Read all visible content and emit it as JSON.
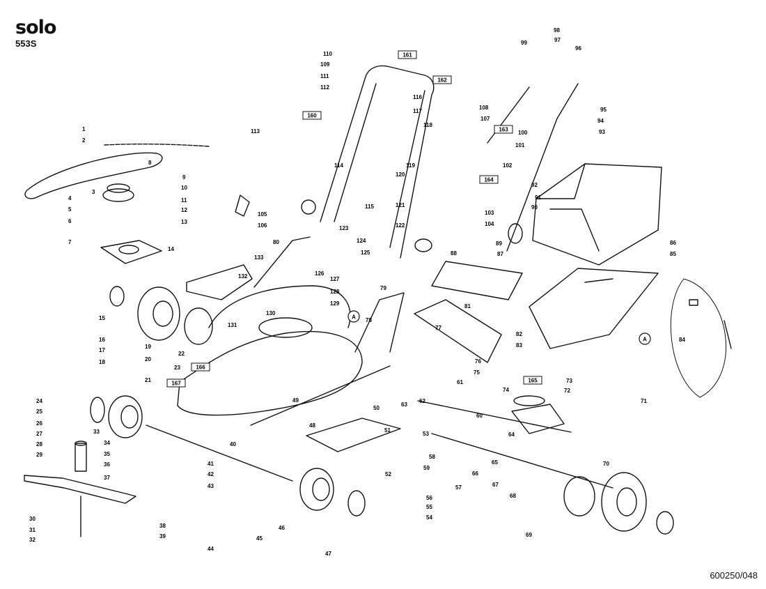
{
  "header": {
    "brand": "solo",
    "model": "553S"
  },
  "footer": {
    "doc_number": "600250/048"
  },
  "detail_callout": "A",
  "boxed_refs": [
    "161",
    "162",
    "160",
    "163",
    "164",
    "166",
    "167",
    "165"
  ],
  "part_labels": [
    "1",
    "2",
    "3",
    "4",
    "5",
    "6",
    "7",
    "8",
    "9",
    "10",
    "11",
    "12",
    "13",
    "14",
    "15",
    "16",
    "17",
    "18",
    "19",
    "20",
    "21",
    "22",
    "23",
    "24",
    "25",
    "26",
    "27",
    "28",
    "29",
    "30",
    "31",
    "32",
    "33",
    "34",
    "35",
    "36",
    "37",
    "38",
    "39",
    "40",
    "41",
    "42",
    "43",
    "44",
    "45",
    "46",
    "47",
    "48",
    "49",
    "50",
    "51",
    "52",
    "53",
    "54",
    "55",
    "56",
    "57",
    "58",
    "59",
    "60",
    "61",
    "62",
    "63",
    "64",
    "65",
    "66",
    "67",
    "68",
    "69",
    "70",
    "71",
    "72",
    "73",
    "74",
    "75",
    "76",
    "77",
    "78",
    "79",
    "80",
    "81",
    "82",
    "83",
    "84",
    "85",
    "86",
    "87",
    "88",
    "89",
    "90",
    "91",
    "92",
    "93",
    "94",
    "95",
    "96",
    "97",
    "98",
    "99",
    "100",
    "101",
    "102",
    "103",
    "104",
    "105",
    "106",
    "107",
    "108",
    "109",
    "110",
    "111",
    "112",
    "113",
    "114",
    "115",
    "116",
    "117",
    "118",
    "119",
    "120",
    "121",
    "122",
    "123",
    "124",
    "125",
    "126",
    "127",
    "128",
    "129",
    "130",
    "131",
    "132",
    "133"
  ]
}
